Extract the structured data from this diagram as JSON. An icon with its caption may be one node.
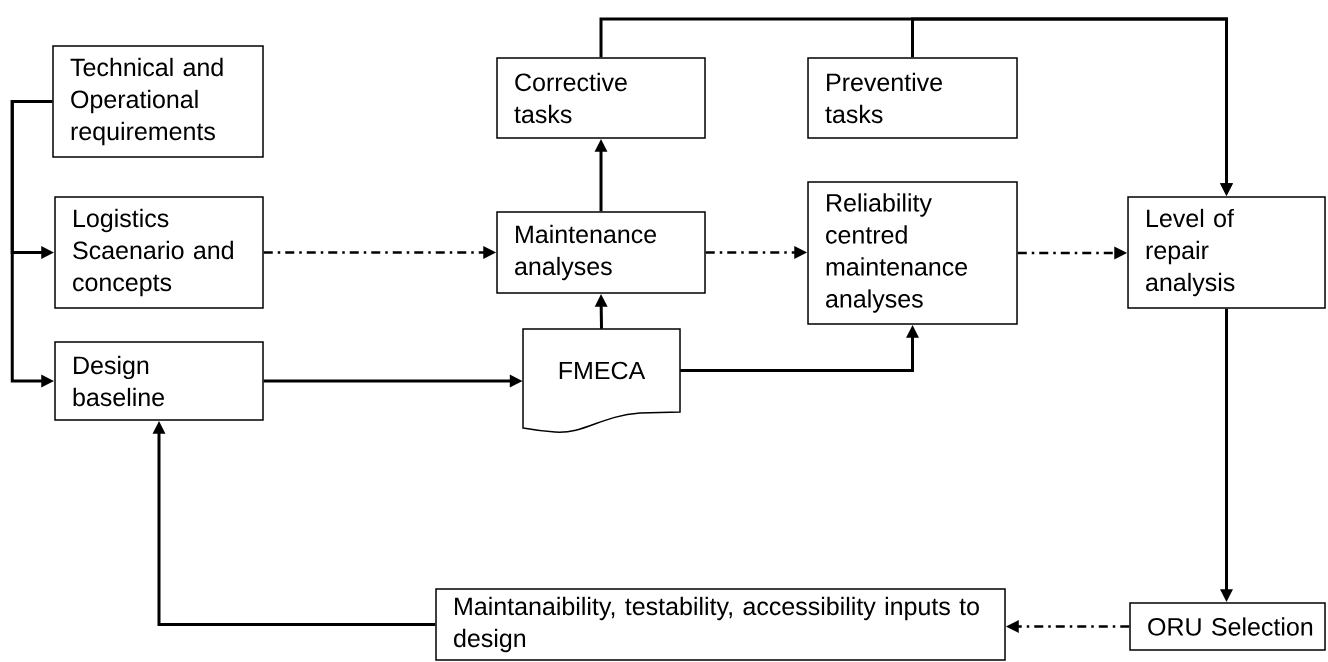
{
  "diagram": {
    "nodes": [
      {
        "text": [
          "Technical and Operational requirements"
        ]
      },
      {
        "text": [
          "Logistics Scaenario and concepts"
        ]
      },
      {
        "text": [
          "Design baseline"
        ]
      },
      {
        "text": [
          "Corrective tasks"
        ]
      },
      {
        "text": [
          "Preventive tasks"
        ]
      },
      {
        "text": [
          "Maintenance analyses"
        ]
      },
      {
        "text": [
          "Reliability centred maintenance analyses"
        ]
      },
      {
        "text": [
          "Level of repair analysis"
        ]
      },
      {
        "text": [
          "FMECA"
        ]
      },
      {
        "text": [
          "ORU Selection"
        ]
      },
      {
        "text": [
          "Maintanaibility, testability, accessibility inputs to design"
        ]
      }
    ],
    "edges": [
      {
        "from": 0,
        "to": 1,
        "arrow": "to"
      },
      {
        "from": 0,
        "to": 2,
        "arrow": "to"
      },
      {
        "from": 1,
        "to": 5,
        "arrow": "to",
        "style": "dashed"
      },
      {
        "from": 5,
        "to": 6,
        "arrow": "to",
        "style": "dashed"
      },
      {
        "from": 6,
        "to": 7,
        "arrow": "to",
        "style": "dashed"
      },
      {
        "from": 2,
        "to": 8,
        "arrow": "to"
      },
      {
        "from": 8,
        "to": 5,
        "arrow": "to"
      },
      {
        "from": 8,
        "to": 6,
        "arrow": "to"
      },
      {
        "from": 5,
        "to": 3,
        "arrow": "to"
      },
      {
        "from": 3,
        "to": 7,
        "arrow": "to"
      },
      {
        "from": 4,
        "to": 7,
        "arrow": "to"
      },
      {
        "from": 7,
        "to": 9,
        "arrow": "to"
      },
      {
        "from": 9,
        "to": 10,
        "arrow": "to",
        "style": "dashed"
      },
      {
        "from": 10,
        "to": 2,
        "arrow": "to"
      }
    ]
  }
}
